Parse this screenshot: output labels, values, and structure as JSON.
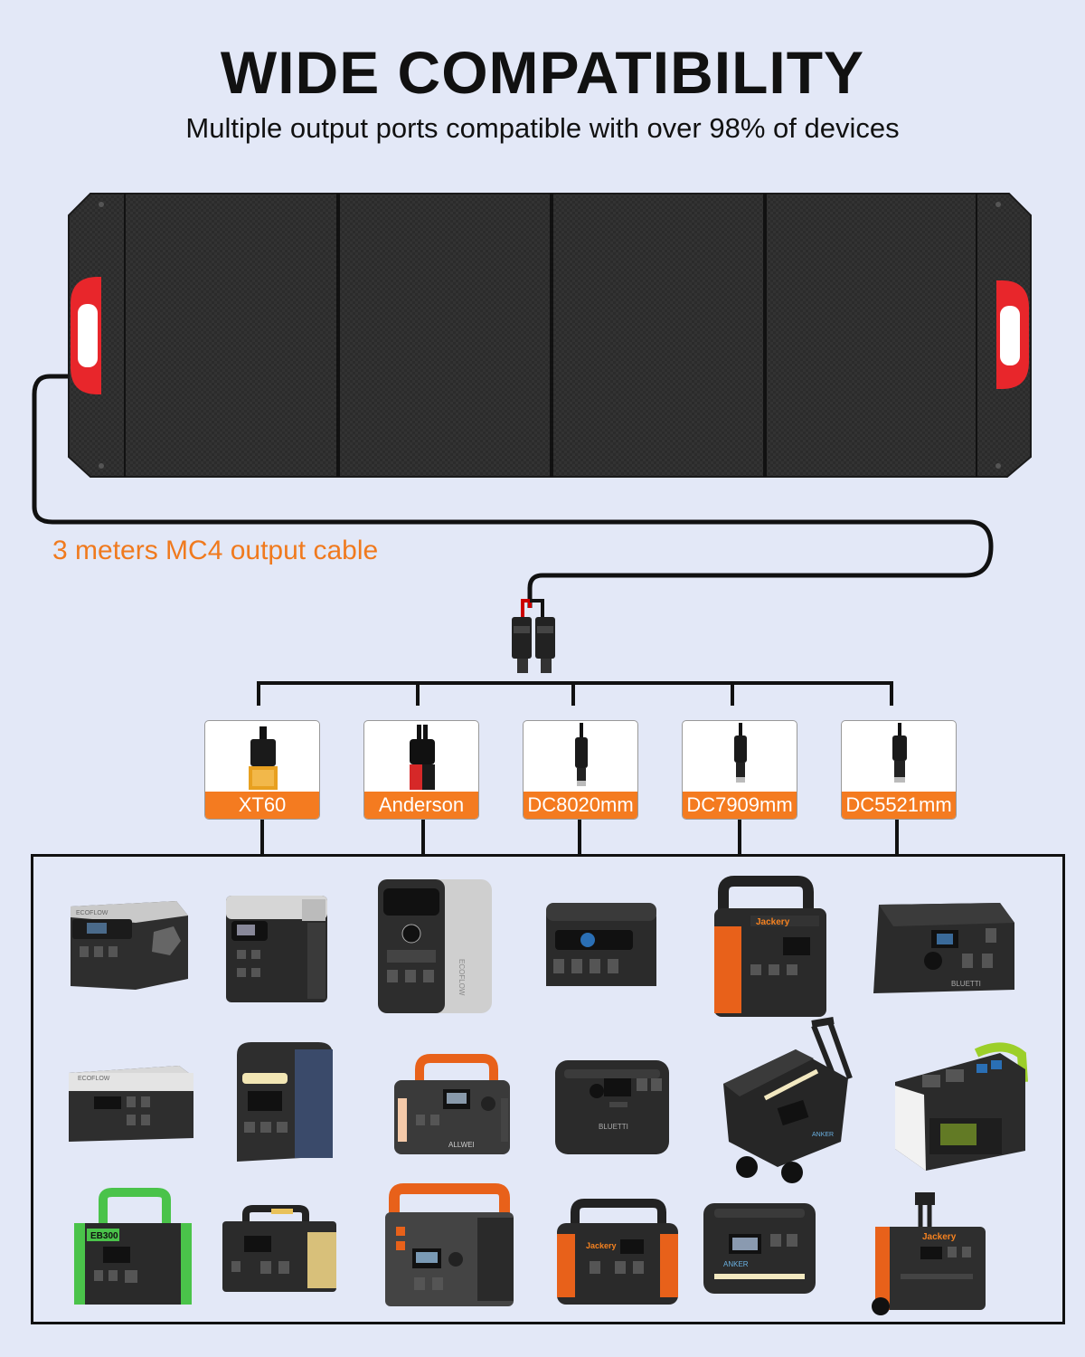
{
  "header": {
    "title": "WIDE COMPATIBILITY",
    "subtitle": "Multiple output ports compatible with over 98% of devices"
  },
  "cable": {
    "label": "3 meters MC4 output cable"
  },
  "ports": [
    {
      "label": "XT60",
      "icon": "xt60-connector-icon"
    },
    {
      "label": "Anderson",
      "icon": "anderson-connector-icon"
    },
    {
      "label": "DC8020mm",
      "icon": "dc-barrel-plug-icon"
    },
    {
      "label": "DC7909mm",
      "icon": "dc-barrel-plug-icon"
    },
    {
      "label": "DC5521mm",
      "icon": "dc-barrel-plug-icon"
    }
  ],
  "colors": {
    "background": "#e3e8f7",
    "accent": "#f47b20",
    "panel": "#2a2a2a",
    "handle": "#e8262b"
  },
  "devices": {
    "row1": [
      {
        "brand": "ECOFLOW",
        "icon": "power-station-icon"
      },
      {
        "brand": "",
        "icon": "power-station-icon"
      },
      {
        "brand": "ECOFLOW",
        "icon": "power-station-icon"
      },
      {
        "brand": "",
        "icon": "power-station-icon"
      },
      {
        "brand": "Jackery",
        "icon": "power-station-icon"
      },
      {
        "brand": "BLUETTI",
        "icon": "power-station-icon"
      }
    ],
    "row2": [
      {
        "brand": "ECOFLOW",
        "icon": "power-station-icon"
      },
      {
        "brand": "",
        "icon": "power-station-icon"
      },
      {
        "brand": "ALLWEI",
        "icon": "power-station-icon"
      },
      {
        "brand": "BLUETTI",
        "icon": "power-station-icon"
      },
      {
        "brand": "ANKER",
        "icon": "power-station-icon"
      },
      {
        "brand": "",
        "icon": "power-station-icon"
      }
    ],
    "row3": [
      {
        "brand": "EB300",
        "icon": "power-station-icon"
      },
      {
        "brand": "",
        "icon": "power-station-icon"
      },
      {
        "brand": "",
        "icon": "power-station-icon"
      },
      {
        "brand": "Jackery",
        "icon": "power-station-icon"
      },
      {
        "brand": "ANKER",
        "icon": "power-station-icon"
      },
      {
        "brand": "Jackery",
        "icon": "power-station-icon"
      }
    ]
  }
}
